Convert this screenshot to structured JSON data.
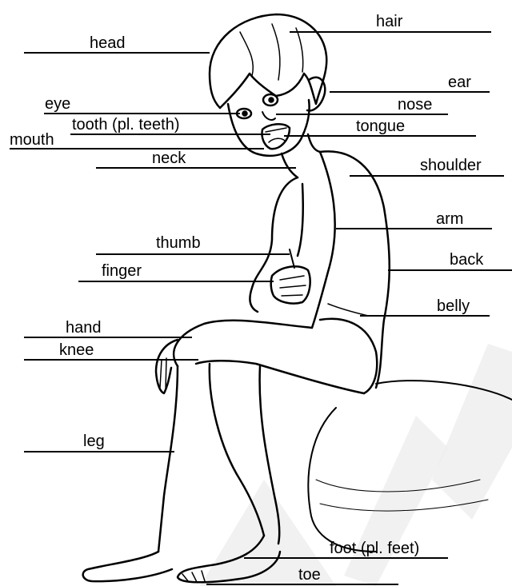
{
  "labels": {
    "hair": "hair",
    "head": "head",
    "ear": "ear",
    "eye": "eye",
    "nose": "nose",
    "tooth": "tooth (pl. teeth)",
    "tongue": "tongue",
    "mouth": "mouth",
    "neck": "neck",
    "shoulder": "shoulder",
    "arm": "arm",
    "thumb": "thumb",
    "back": "back",
    "finger": "finger",
    "belly": "belly",
    "hand": "hand",
    "knee": "knee",
    "leg": "leg",
    "foot": "foot (pl. feet)",
    "toe": "toe"
  },
  "colors": {
    "ink": "#000000",
    "watermark": "#e6e6e6"
  }
}
